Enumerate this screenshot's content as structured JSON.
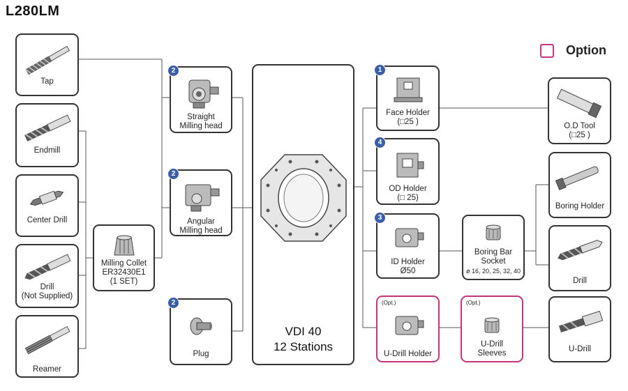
{
  "title": "L280LM",
  "legend": {
    "label": "Option",
    "color": "#c2357a"
  },
  "center": {
    "line1": "VDI 40",
    "line2": "12 Stations"
  },
  "tools_left": [
    {
      "label": "Tap",
      "icon": "tap-icon"
    },
    {
      "label": "Endmill",
      "icon": "endmill-icon"
    },
    {
      "label": "Center Drill",
      "icon": "center-drill-icon"
    },
    {
      "label": "Drill\n(Not Supplied)",
      "icon": "drill-icon"
    },
    {
      "label": "Reamer",
      "icon": "reamer-icon"
    }
  ],
  "collet": {
    "label": "Milling Collet\nER32430E1\n(1 SET)",
    "icon": "collet-icon"
  },
  "heads": [
    {
      "badge": "2",
      "label": "Straight\nMilling head",
      "icon": "straight-milling-head-icon"
    },
    {
      "badge": "2",
      "label": "Angular\nMilling head",
      "icon": "angular-milling-head-icon"
    },
    {
      "badge": "2",
      "label": "Plug",
      "icon": "plug-icon"
    }
  ],
  "holders": [
    {
      "badge": "1",
      "label": "Face Holder\n(□25 )",
      "icon": "face-holder-icon"
    },
    {
      "badge": "4",
      "label": "OD Holder\n(□ 25)",
      "icon": "od-holder-icon"
    },
    {
      "badge": "3",
      "label": "ID Holder\nØ50",
      "icon": "id-holder-icon"
    },
    {
      "tag": "(Opt.)",
      "label": "U-Drill Holder",
      "icon": "u-drill-holder-icon"
    }
  ],
  "socket": {
    "label": "Boring Bar\nSocket",
    "sizes": "ø 16, 20, 25, 32, 40",
    "icon": "boring-bar-socket-icon"
  },
  "sleeves": {
    "tag": "(Opt.)",
    "label": "U-Drill\nSleeves",
    "icon": "u-drill-sleeves-icon"
  },
  "tools_right": [
    {
      "label": "O.D Tool\n(□25 )",
      "icon": "od-tool-icon"
    },
    {
      "label": "Boring Holder",
      "icon": "boring-holder-icon"
    },
    {
      "label": "Drill",
      "icon": "drill-icon"
    },
    {
      "label": "U-Drill",
      "icon": "u-drill-icon"
    }
  ]
}
